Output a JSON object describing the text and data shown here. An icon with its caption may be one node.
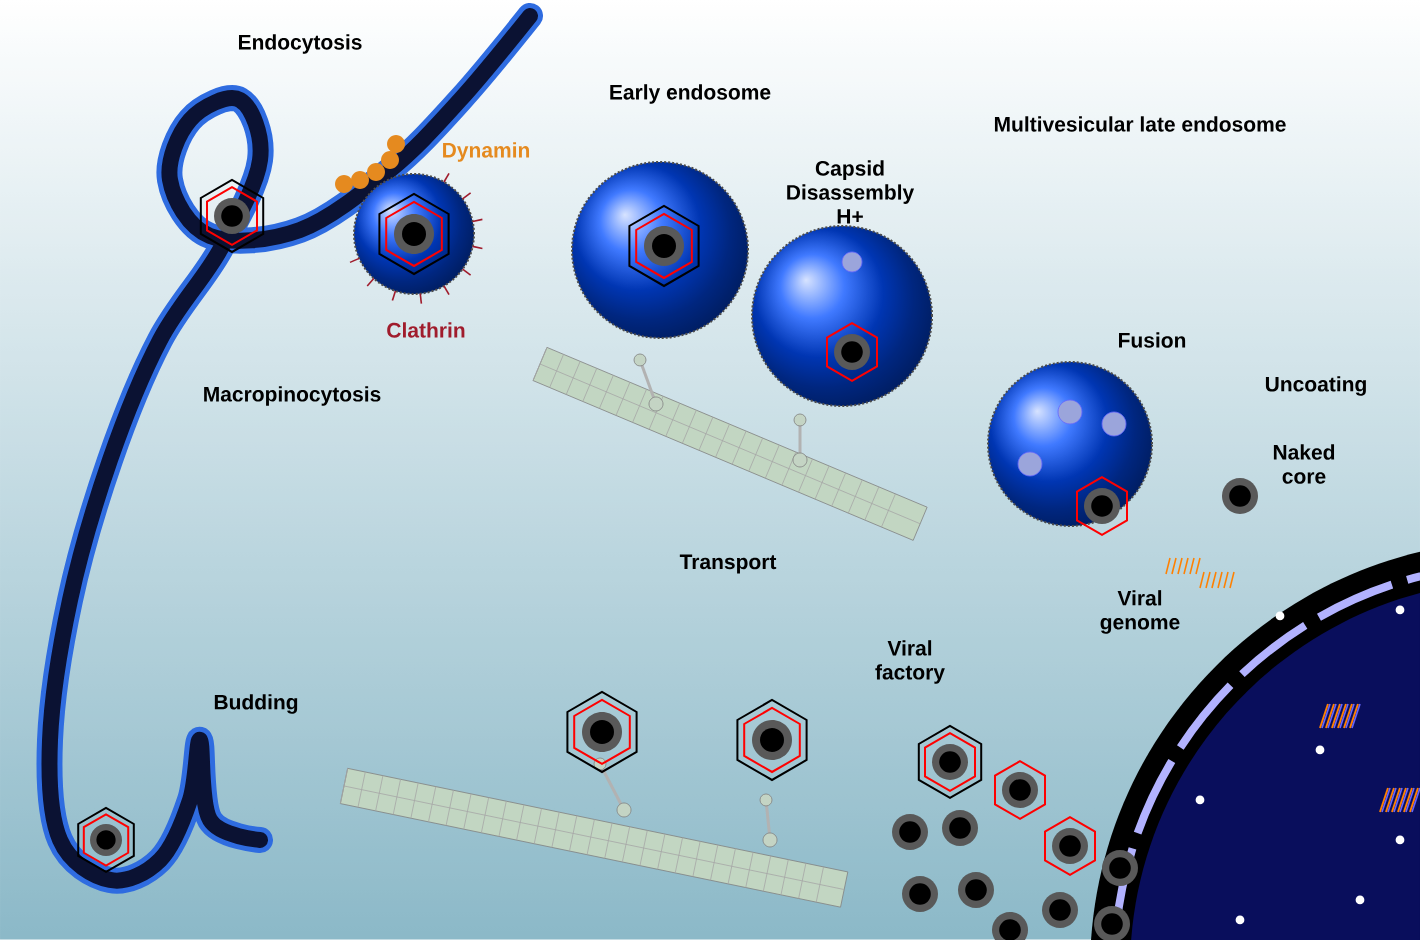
{
  "diagram": {
    "labels": [
      "Endocytosis",
      "Early endosome",
      "Multivesicular late endosome",
      "Dynamin",
      "Capsid Disassembly H+",
      "Clathrin",
      "Macropinocytosis",
      "Fusion",
      "Uncoating",
      "Naked core",
      "Transport",
      "Viral genome",
      "Viral factory",
      "Budding"
    ]
  }
}
